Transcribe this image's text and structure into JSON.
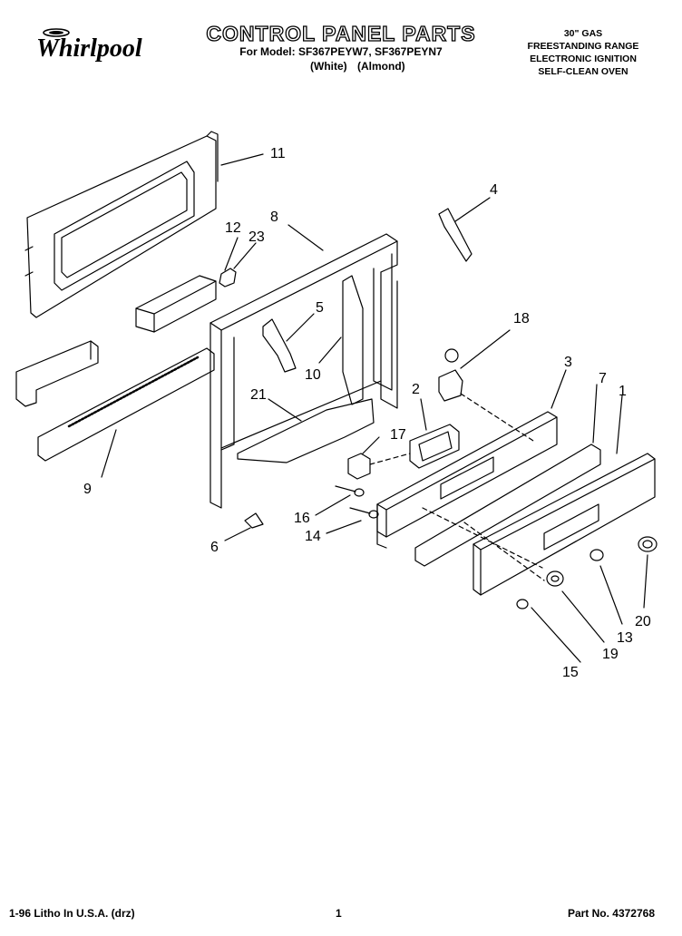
{
  "brand": {
    "logo_text": "Whirlpool"
  },
  "header": {
    "title": "CONTROL PANEL PARTS",
    "models_line": "For Model: SF367PEYW7, SF367PEYN7",
    "variants": [
      "(White)",
      "(Almond)"
    ]
  },
  "product_description": [
    "30\" GAS",
    "FREESTANDING RANGE",
    "ELECTRONIC IGNITION",
    "SELF-CLEAN OVEN"
  ],
  "callouts": [
    "11",
    "12",
    "23",
    "8",
    "4",
    "5",
    "10",
    "18",
    "3",
    "7",
    "1",
    "2",
    "21",
    "17",
    "9",
    "16",
    "14",
    "6",
    "20",
    "13",
    "19",
    "15"
  ],
  "footer": {
    "print_info": "1-96 Litho In U.S.A. (drz)",
    "page_number": "1",
    "part_number": "Part No. 4372768"
  }
}
